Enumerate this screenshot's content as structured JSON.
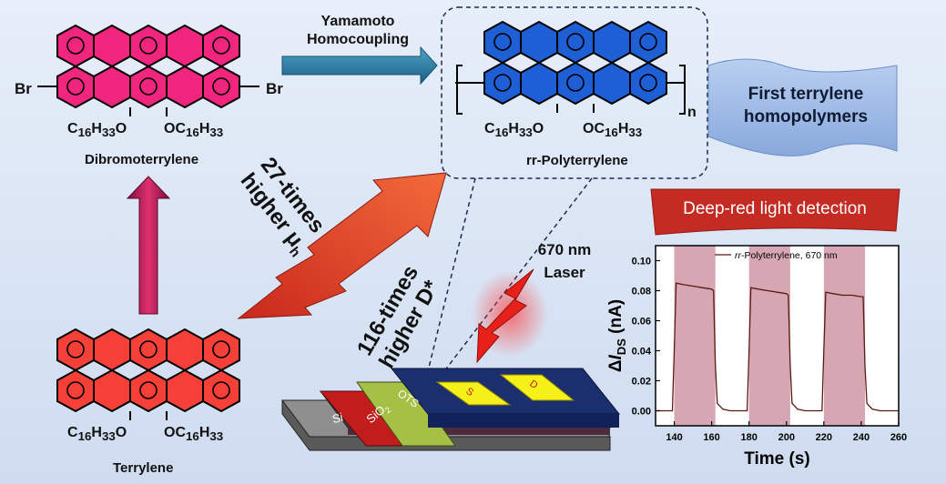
{
  "molecules": {
    "dibromo": {
      "name": "Dibromoterrylene",
      "br_left": "Br",
      "br_right": "Br",
      "sub_left": {
        "pre": "C",
        "a": "16",
        "mid": "H",
        "b": "33",
        "post": "O"
      },
      "sub_right": {
        "pre": "OC",
        "a": "16",
        "mid": "H",
        "b": "33"
      }
    },
    "terrylene": {
      "name": "Terrylene",
      "sub_left": {
        "pre": "C",
        "a": "16",
        "mid": "H",
        "b": "33",
        "post": "O"
      },
      "sub_right": {
        "pre": "OC",
        "a": "16",
        "mid": "H",
        "b": "33"
      }
    },
    "polymer": {
      "name": "rr-Polyterrylene",
      "n": "n",
      "sub_left": {
        "pre": "C",
        "a": "16",
        "mid": "H",
        "b": "33",
        "post": "O"
      },
      "sub_right": {
        "pre": "OC",
        "a": "16",
        "mid": "H",
        "b": "33"
      }
    }
  },
  "reaction": {
    "line1": "Yamamoto",
    "line2": "Homocoupling"
  },
  "banner": {
    "line1": "First terrylene",
    "line2": "homopolymers"
  },
  "improvements": {
    "mobility": {
      "text": "27-times",
      "text2": "higher μ",
      "sub": "h"
    },
    "detectivity": {
      "text": "116-times",
      "text2": "higher D*"
    }
  },
  "laser": {
    "line1": "670 nm",
    "line2": "Laser"
  },
  "device": {
    "si": "Si",
    "sio2": "SiO",
    "sio2_sub": "2",
    "ots": "OTS",
    "source": "S",
    "drain": "D"
  },
  "detection_label": "Deep-red light detection",
  "colors": {
    "pink": "#f0257e",
    "red": "#f5403a",
    "blue": "#1f5fd6",
    "banner": "#c42b23"
  },
  "chart_data": {
    "type": "line",
    "xlabel": "Time (s)",
    "ylabel_prefix": "Δ",
    "ylabel_var": "I",
    "ylabel_sub": "DS",
    "ylabel_unit": " (nA)",
    "legend": {
      "prefix": "rr",
      "rest": "-Polyterrylene, 670 nm"
    },
    "xlim": [
      130,
      260
    ],
    "ylim": [
      -0.01,
      0.11
    ],
    "xticks": [
      140,
      160,
      180,
      200,
      220,
      240,
      260
    ],
    "yticks": [
      0.0,
      0.02,
      0.04,
      0.06,
      0.08,
      0.1
    ],
    "ytick_labels": [
      "0.00",
      "0.02",
      "0.04",
      "0.06",
      "0.08",
      "0.10"
    ],
    "illumination_windows": [
      [
        140,
        162
      ],
      [
        180,
        202
      ],
      [
        220,
        242
      ]
    ],
    "series": [
      {
        "x": [
          130,
          139,
          140,
          141,
          145,
          150,
          155,
          160,
          161,
          162,
          163,
          166,
          170,
          175,
          179,
          180,
          181,
          185,
          190,
          195,
          200,
          201,
          202,
          203,
          206,
          210,
          215,
          219,
          220,
          221,
          225,
          230,
          235,
          240,
          241,
          242,
          243,
          246,
          250,
          255,
          260
        ],
        "y": [
          0.0,
          0.0,
          0.04,
          0.085,
          0.084,
          0.083,
          0.082,
          0.081,
          0.08,
          0.03,
          0.005,
          0.001,
          0.0,
          0.0,
          0.0,
          0.04,
          0.082,
          0.081,
          0.08,
          0.079,
          0.078,
          0.077,
          0.03,
          0.005,
          0.001,
          0.0,
          0.0,
          0.0,
          0.04,
          0.079,
          0.078,
          0.077,
          0.077,
          0.076,
          0.076,
          0.03,
          0.005,
          0.001,
          0.0,
          0.0,
          0.0
        ]
      }
    ]
  }
}
